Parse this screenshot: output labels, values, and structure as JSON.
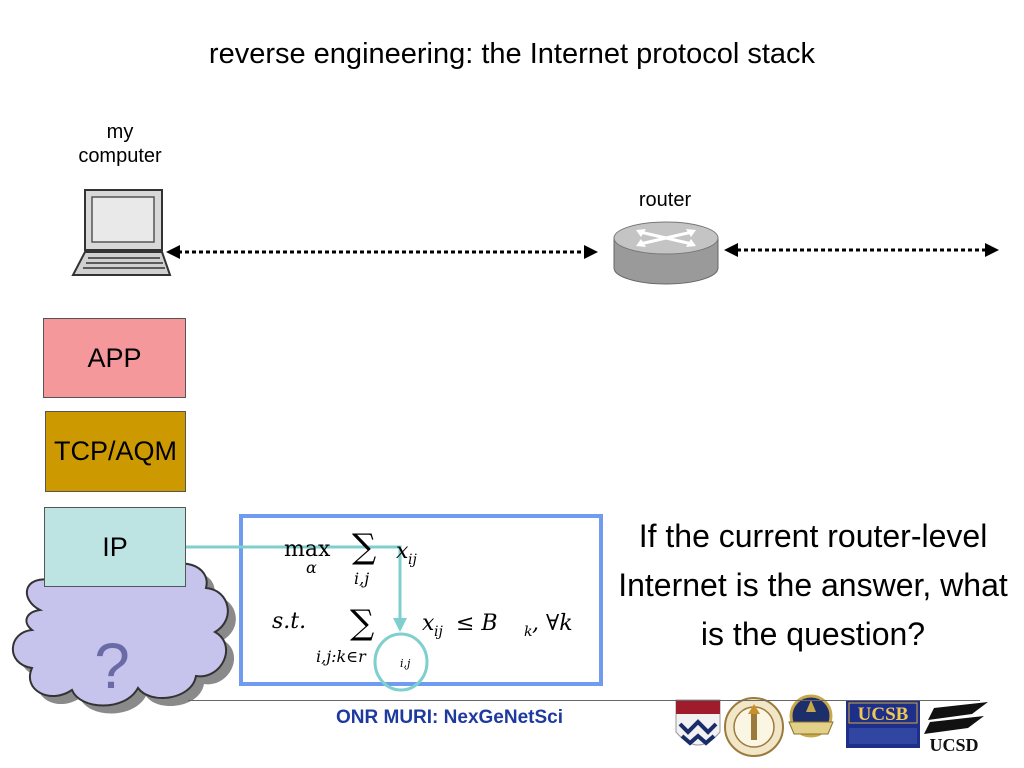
{
  "slide": {
    "title": "reverse engineering: the Internet protocol stack",
    "computer_label_line1": "my",
    "computer_label_line2": "computer",
    "router_label": "router",
    "question_text": "If the current router-level Internet is the answer, what is the question?",
    "footer": "ONR MURI: NexGeNetSci"
  },
  "layers": [
    {
      "label": "APP",
      "color": "#f4989c"
    },
    {
      "label": "TCP/AQM",
      "color": "#cc9900"
    },
    {
      "label": "IP",
      "color": "#bde3e3"
    }
  ],
  "cloud_label": "?",
  "optimization": {
    "max": "max",
    "alpha": "α",
    "sum": "∑",
    "ij": "i,j",
    "xij": "x",
    "xsub": "ij",
    "st": "s.t.",
    "constraint_sum_sub": "i,j:k∈r",
    "constraint_sum_sub2": "i,j",
    "rhs": "≤ B",
    "rhs_sub": "k",
    "forall": ", ∀k"
  },
  "logos": [
    "Penn",
    "Caltech",
    "NPS",
    "UCSB",
    "UCSD"
  ],
  "colors": {
    "box_border": "#6f9cf0",
    "arrow": "#7fcfcf",
    "cloud_fill": "#c6c3ec",
    "footer_text": "#1f3a9f"
  }
}
